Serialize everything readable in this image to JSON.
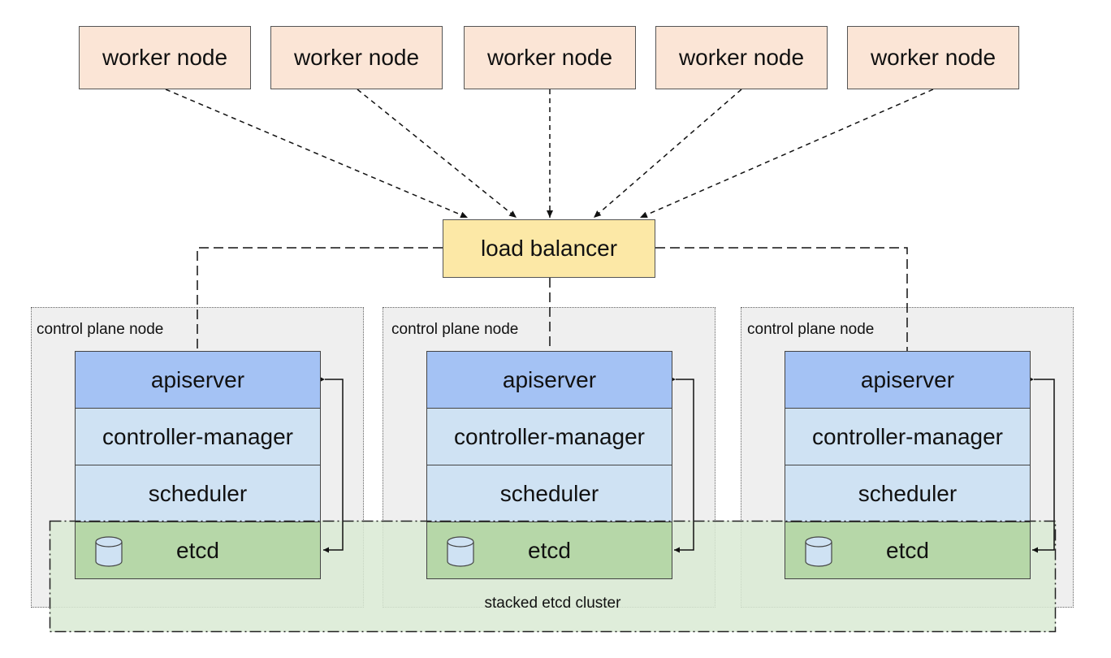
{
  "workers": [
    {
      "label": "worker node"
    },
    {
      "label": "worker node"
    },
    {
      "label": "worker node"
    },
    {
      "label": "worker node"
    },
    {
      "label": "worker node"
    }
  ],
  "load_balancer": {
    "label": "load balancer"
  },
  "control_plane_nodes": [
    {
      "label": "control plane node",
      "layers": [
        "apiserver",
        "controller-manager",
        "scheduler",
        "etcd"
      ]
    },
    {
      "label": "control plane node",
      "layers": [
        "apiserver",
        "controller-manager",
        "scheduler",
        "etcd"
      ]
    },
    {
      "label": "control plane node",
      "layers": [
        "apiserver",
        "controller-manager",
        "scheduler",
        "etcd"
      ]
    }
  ],
  "etcd_cluster": {
    "label": "stacked etcd cluster"
  },
  "colors": {
    "worker_fill": "#fbe5d6",
    "load_balancer_fill": "#fce8a6",
    "apiserver_fill": "#a4c2f4",
    "component_fill": "#cfe2f3",
    "etcd_fill": "#b6d7a8",
    "etcd_cluster_fill": "#d9ead3",
    "control_plane_fill": "#efefef"
  }
}
